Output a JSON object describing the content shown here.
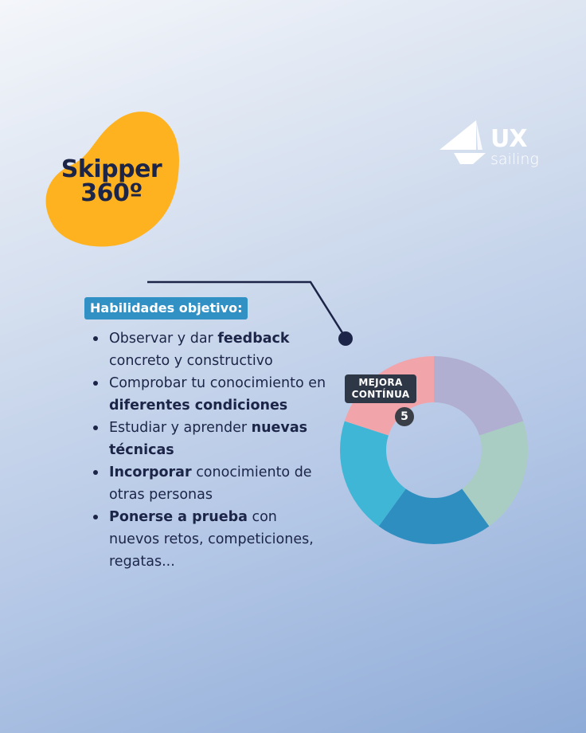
{
  "badge": {
    "line1": "Skipper",
    "line2": "360º"
  },
  "logo": {
    "mark": "UX",
    "word": "sailing",
    "icon": "sail-icon"
  },
  "skills": {
    "heading": "Habilidades objetivo:",
    "items": [
      {
        "parts": [
          {
            "t": "Observar y dar ",
            "bold": false
          },
          {
            "t": "feedback",
            "bold": true
          },
          {
            "t": " concreto y constructivo",
            "bold": false
          }
        ]
      },
      {
        "parts": [
          {
            "t": "Comprobar tu conocimiento en ",
            "bold": false
          },
          {
            "t": "diferentes condiciones",
            "bold": true
          }
        ]
      },
      {
        "parts": [
          {
            "t": "Estudiar y aprender ",
            "bold": false
          },
          {
            "t": "nuevas técnicas",
            "bold": true
          }
        ]
      },
      {
        "parts": [
          {
            "t": "Incorporar",
            "bold": true
          },
          {
            "t": " conocimiento de otras personas",
            "bold": false
          }
        ]
      },
      {
        "parts": [
          {
            "t": "Ponerse a prueba",
            "bold": true
          },
          {
            "t": " con nuevos retos, competiciones, regatas...",
            "bold": false
          }
        ]
      }
    ]
  },
  "donut": {
    "label_line1": "MEJORA",
    "label_line2": "CONTÍNUA",
    "label_number": "5",
    "segment_colors": [
      "#b0aed1",
      "#a9cdc2",
      "#2f8ec0",
      "#40b6d7",
      "#f2a4ab"
    ]
  },
  "colors": {
    "accent": "#ffb21f",
    "navy": "#1c2547",
    "heading_bg": "#3291c4"
  }
}
